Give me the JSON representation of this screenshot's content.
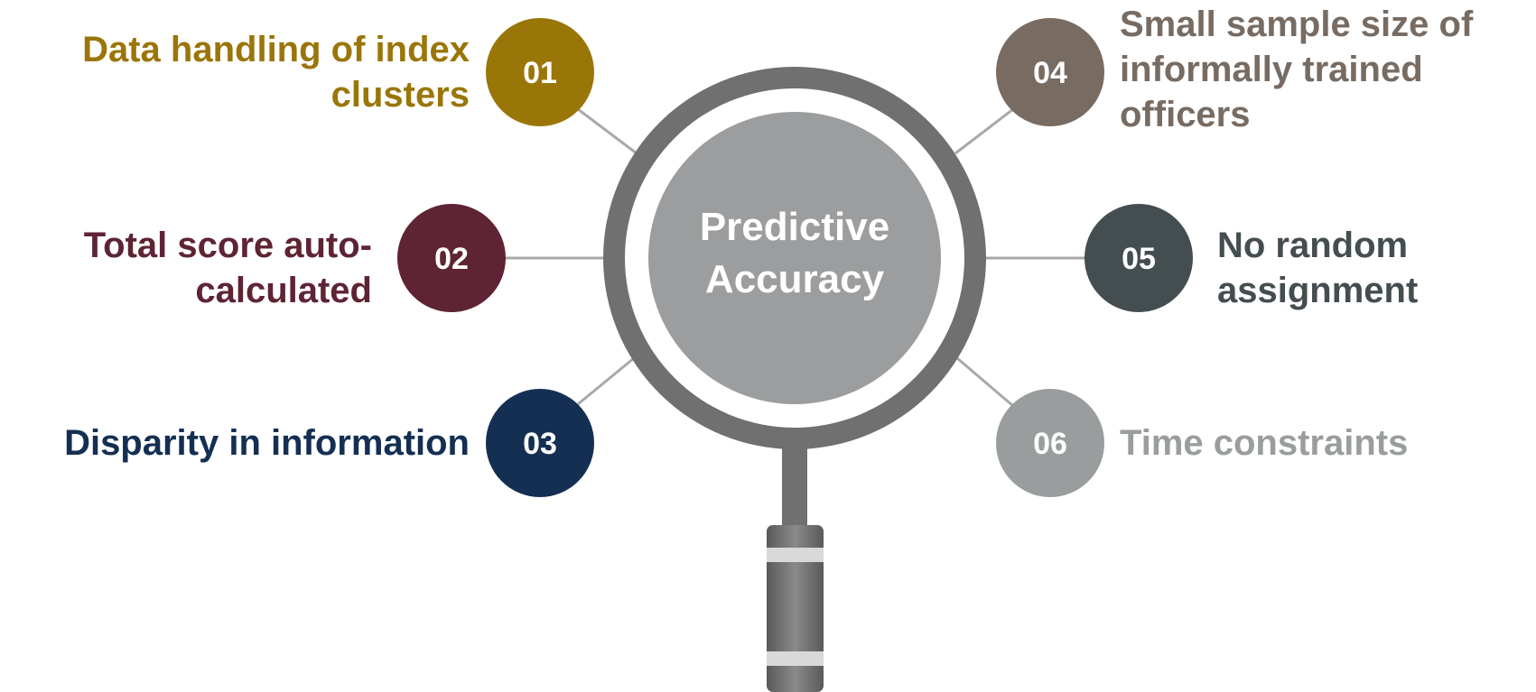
{
  "center": {
    "line1": "Predictive",
    "line2": "Accuracy"
  },
  "items": [
    {
      "number": "01",
      "lines": [
        "Data handling of index",
        "clusters"
      ],
      "color": "#9a7609"
    },
    {
      "number": "02",
      "lines": [
        "Total score auto-",
        "calculated"
      ],
      "color": "#5e2434"
    },
    {
      "number": "03",
      "lines": [
        "Disparity in information"
      ],
      "color": "#142f52"
    },
    {
      "number": "04",
      "lines": [
        "Small sample size of",
        "informally trained",
        "officers"
      ],
      "color": "#776b62"
    },
    {
      "number": "05",
      "lines": [
        "No random",
        "assignment"
      ],
      "color": "#444d4f"
    },
    {
      "number": "06",
      "lines": [
        "Time constraints"
      ],
      "color": "#9a9d9e"
    }
  ],
  "colors": {
    "magnifier_ring": "#707070",
    "magnifier_lens": "#9b9d9e",
    "handle_band": "#d9d9d9",
    "connector": "#a9a9a9"
  },
  "icon": "magnifying-glass-icon"
}
